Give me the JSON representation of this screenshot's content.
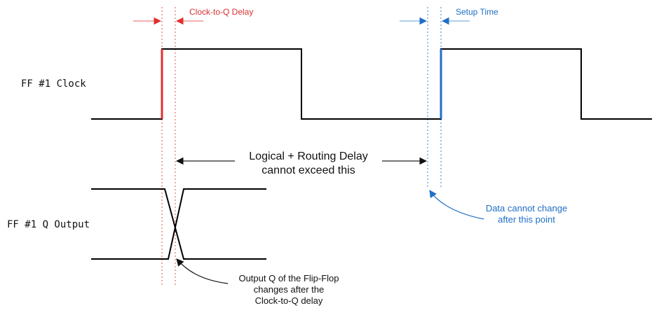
{
  "signals": {
    "clock_label": "FF #1 Clock",
    "q_output_label": "FF #1 Q Output"
  },
  "annotations": {
    "clock_to_q_label": "Clock-to-Q Delay",
    "setup_time_label": "Setup Time",
    "routing_delay_line1": "Logical + Routing Delay",
    "routing_delay_line2": "cannot exceed this",
    "data_note_line1": "Data cannot change",
    "data_note_line2": "after this point",
    "output_note_line1": "Output Q of the Flip-Flop",
    "output_note_line2": "changes after the",
    "output_note_line3": "Clock-to-Q delay"
  },
  "colors": {
    "signal": "#000000",
    "clock_to_q": "#e03030",
    "setup": "#1f6fc6",
    "arrow": "#222222"
  }
}
